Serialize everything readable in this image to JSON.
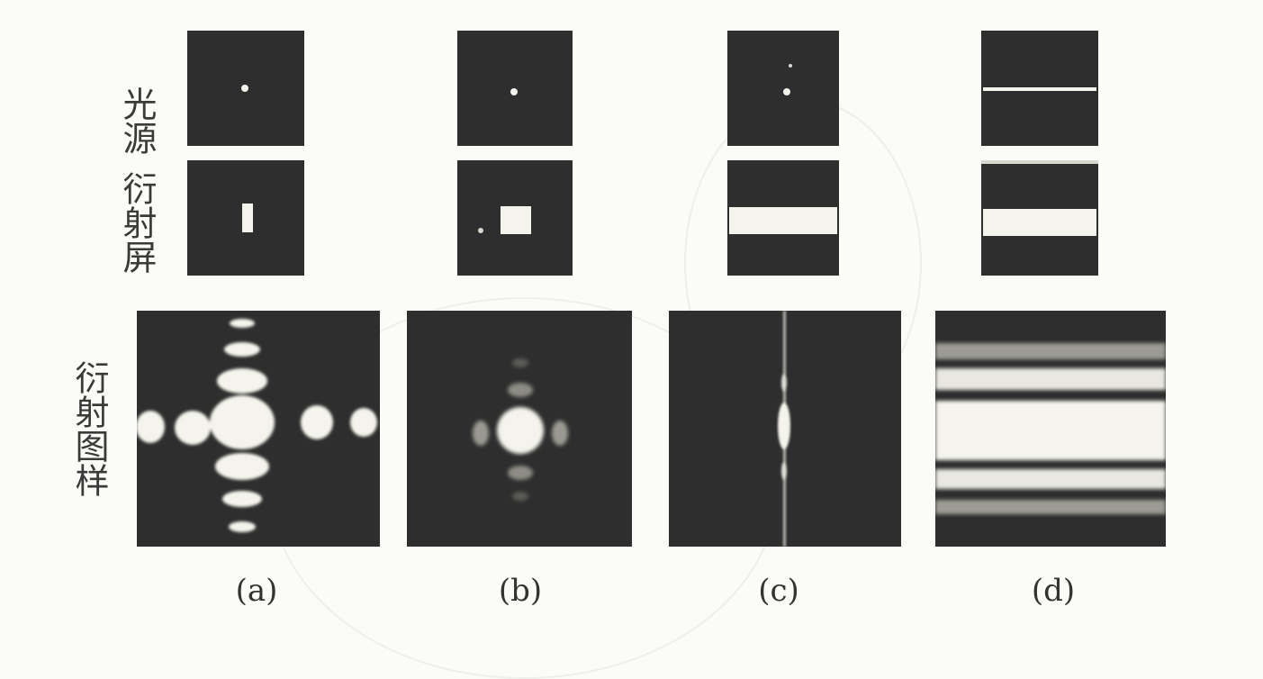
{
  "row_labels": {
    "light_source": "光源",
    "diffraction_screen": "衍射屏",
    "diffraction_pattern": "衍射图样"
  },
  "captions": [
    "(a)",
    "(b)",
    "(c)",
    "(d)"
  ],
  "colors": {
    "panel_background": "#2e2e2e",
    "light": "#f4f4ec",
    "page_background": "#fbfbf8"
  }
}
